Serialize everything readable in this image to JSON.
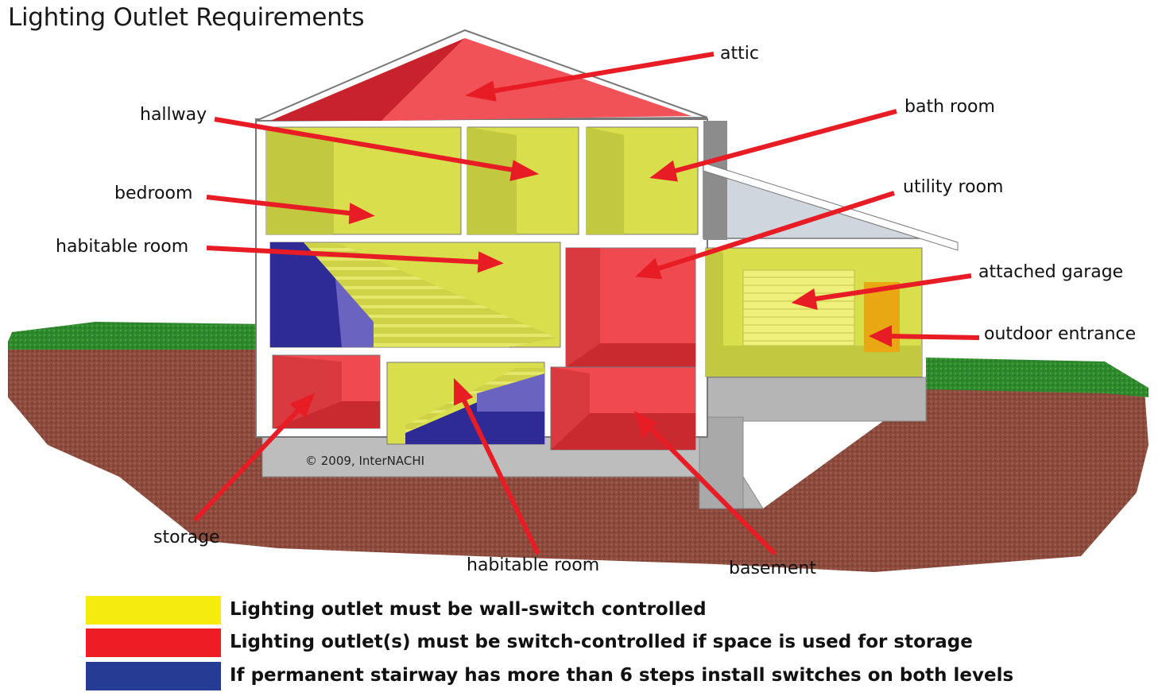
{
  "title": "Lighting Outlet Requirements",
  "copyright": "© 2009, InterNACHI",
  "labels": {
    "attic": "attic",
    "hallway": "hallway",
    "bath_room": "bath room",
    "bedroom": "bedroom",
    "utility_room": "utility room",
    "habitable_room_upper": "habitable room",
    "attached_garage": "attached garage",
    "outdoor_entrance": "outdoor entrance",
    "storage": "storage",
    "habitable_room_lower": "habitable room",
    "basement": "basement"
  },
  "legend": [
    {
      "color": "#f5eb0f",
      "text": "Lighting outlet must be wall-switch controlled"
    },
    {
      "color": "#ee1c24",
      "text": "Lighting outlet(s) must be switch-controlled if space is used for storage"
    },
    {
      "color": "#253b94",
      "text": "If permanent stairway has more than 6 steps install switches on both levels"
    }
  ],
  "colors": {
    "yellow_room": "#dfe35a",
    "red_room": "#f04a50",
    "blue_stair": "#35349a",
    "arrow": "#e81c24",
    "soil": "#8a4a3c",
    "grass": "#2e8a2e",
    "concrete": "#b4b4b4"
  }
}
